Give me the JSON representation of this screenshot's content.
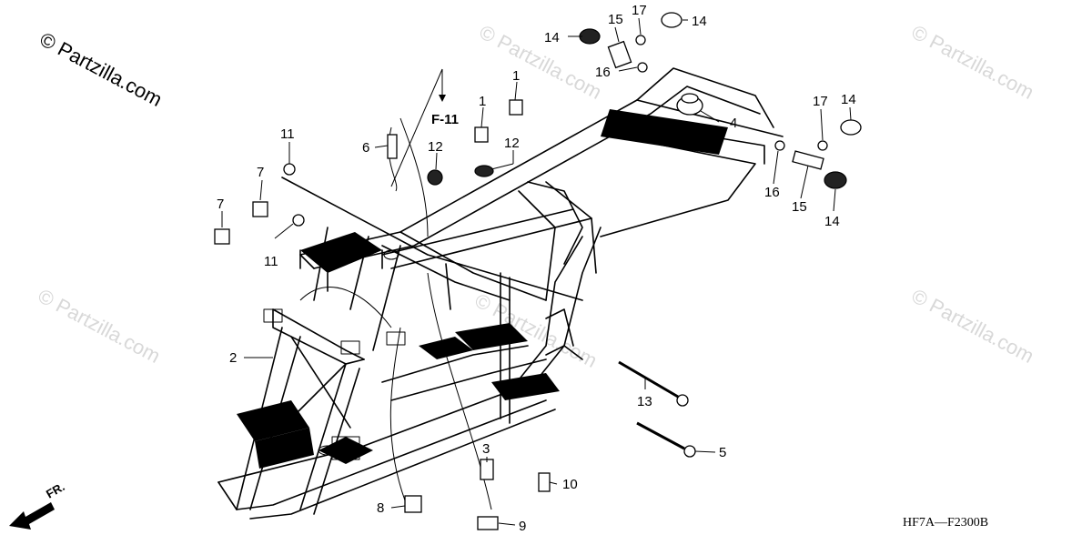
{
  "watermark": {
    "main": "© Partzilla.com",
    "faint": [
      "© Partzilla.com",
      "© Partzilla.com",
      "© Partzilla.com",
      "© Partzilla.com",
      "© Partzilla.com"
    ]
  },
  "reference_label": "F-11",
  "diagram_code": "HF7A—F2300B",
  "front_label": "FR.",
  "callouts": {
    "c1a": "1",
    "c1b": "1",
    "c2": "2",
    "c3": "3",
    "c4": "4",
    "c5": "5",
    "c6": "6",
    "c7a": "7",
    "c7b": "7",
    "c8": "8",
    "c9": "9",
    "c10": "10",
    "c11a": "11",
    "c11b": "11",
    "c12a": "12",
    "c12b": "12",
    "c13": "13",
    "c14a": "14",
    "c14b": "14",
    "c14c": "14",
    "c14d": "14",
    "c15a": "15",
    "c15b": "15",
    "c16a": "16",
    "c16b": "16",
    "c17a": "17",
    "c17b": "17"
  },
  "colors": {
    "ink": "#000000",
    "watermark_faint": "#d8d8d8",
    "background": "#ffffff"
  }
}
